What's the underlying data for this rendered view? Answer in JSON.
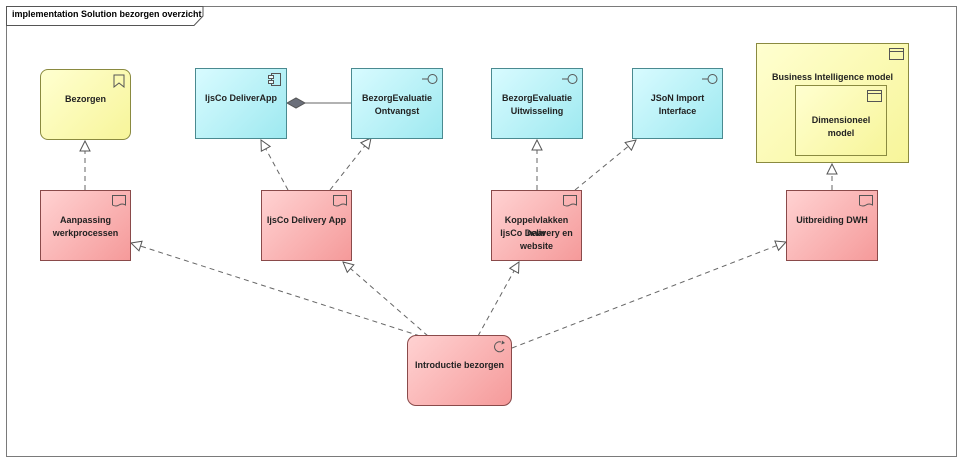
{
  "diagram": {
    "title": "implementation Solution bezorgen overzicht"
  },
  "nodes": {
    "bezorgen": "Bezorgen",
    "deliverapp": "IjsCo DeliverApp",
    "evaluatie_ontvangst": [
      "BezorgEvaluatie",
      "Ontvangst"
    ],
    "evaluatie_uitwisseling": [
      "BezorgEvaluatie",
      "Uitwisseling"
    ],
    "json_import": [
      "JSoN Import",
      "Interface"
    ],
    "bi_model": "Business Intelligence model",
    "dim_model": "Dimensioneel model",
    "aanpassing": [
      "Aanpassing",
      "werkprocessen"
    ],
    "delivery_app": "IjsCo Delivery App",
    "koppelvlakken": [
      "Koppelvlakken naar",
      "IjsCo Delivery en",
      "website"
    ],
    "uitbreiding": "Uitbreiding DWH",
    "introductie": "Introductie bezorgen"
  },
  "colors": {
    "goal": "#f7f59a",
    "application": "#9ee9f0",
    "work_package": "#f59a9a"
  }
}
